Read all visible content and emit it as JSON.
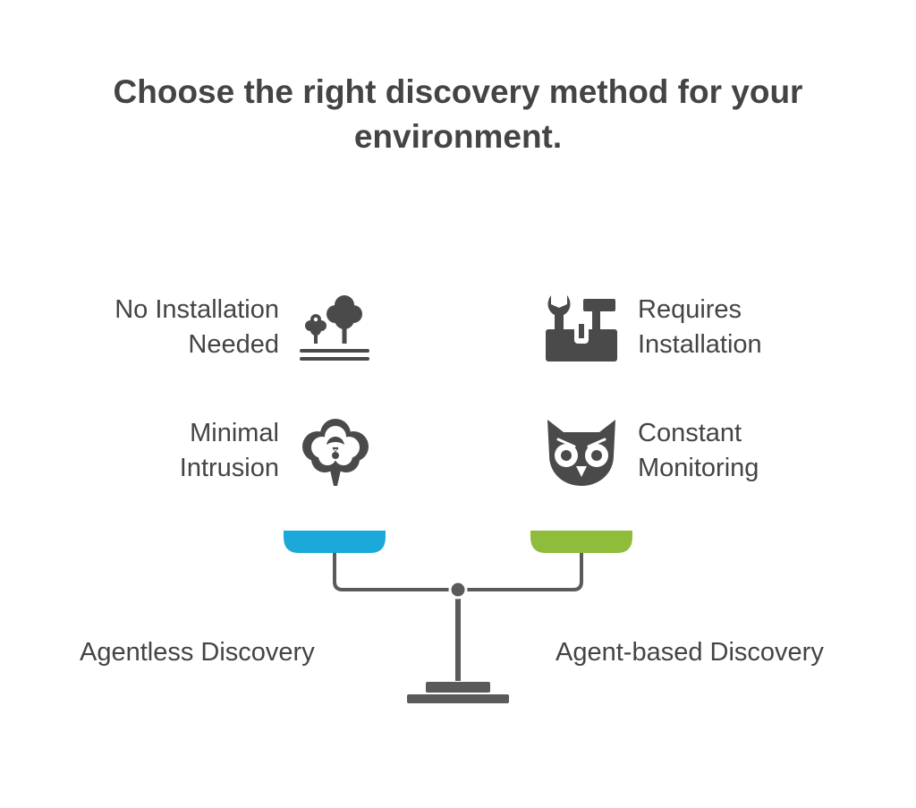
{
  "title": {
    "line1": "Choose the right discovery method for your",
    "line2": "environment."
  },
  "left_option": {
    "label": "Agentless Discovery",
    "color": "#1aa9d8",
    "features": [
      {
        "line1": "No Installation",
        "line2": "Needed",
        "icon": "trees-icon"
      },
      {
        "line1": "Minimal",
        "line2": "Intrusion",
        "icon": "cloud-icon"
      }
    ]
  },
  "right_option": {
    "label": "Agent-based Discovery",
    "color": "#8fbc3a",
    "features": [
      {
        "line1": "Requires",
        "line2": "Installation",
        "icon": "tools-icon"
      },
      {
        "line1": "Constant",
        "line2": "Monitoring",
        "icon": "owl-icon"
      }
    ]
  },
  "colors": {
    "text": "#444444",
    "icon": "#4a4a4a",
    "scale": "#5a5a5a"
  }
}
